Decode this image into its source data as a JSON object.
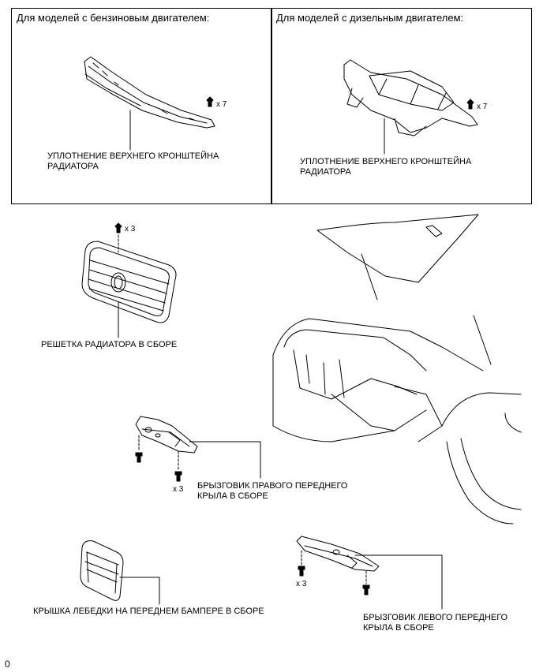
{
  "panels": {
    "petrol_header": "Для моделей с бензиновым двигателем:",
    "diesel_header": "Для моделей с дизельным двигателем:"
  },
  "parts": {
    "seal_petrol": "УПЛОТНЕНИЕ ВЕРХНЕГО КРОНШТЕЙНА\nРАДИАТОРА",
    "seal_diesel": "УПЛОТНЕНИЕ ВЕРХНЕГО КРОНШТЕЙНА\nРАДИАТОРА",
    "grille": "РЕШЕТКА РАДИАТОРА В СБОРЕ",
    "right_splash": "БРЫЗГОВИК ПРАВОГО ПЕРЕДНЕГО\nКРЫЛА В СБОРЕ",
    "winch_cover": "КРЫШКА ЛЕБЕДКИ НА ПЕРЕДНЕМ БАМПЕРЕ В СБОРЕ",
    "left_splash": "БРЫЗГОВИК ЛЕВОГО ПЕРЕДНЕГО\nКРЫЛА В СБОРЕ"
  },
  "quantities": {
    "petrol_clips": "x 7",
    "diesel_clips": "x 7",
    "grille_clips": "x 3",
    "right_splash_bolts": "x 3",
    "left_splash_bolts": "x 3"
  },
  "page_marker": "0"
}
